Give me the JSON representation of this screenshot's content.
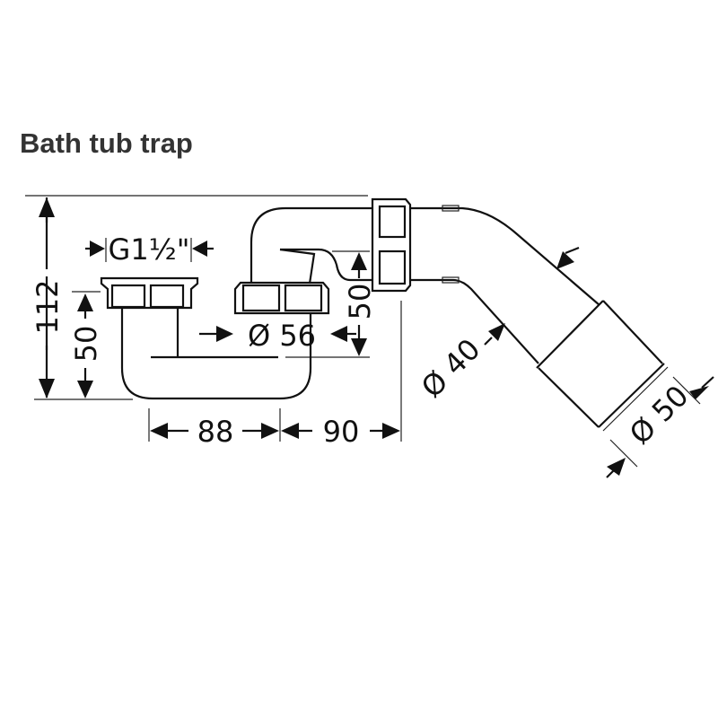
{
  "title": "Bath tub trap",
  "dimensions": {
    "total_height": "112",
    "inlet_height": "50",
    "thread": "G1½\"",
    "inner_diameter": "Ø 56",
    "outlet_height": "50",
    "width_left": "88",
    "width_right": "90",
    "pipe_diameter": "Ø 40",
    "sleeve_diameter": "Ø 50"
  }
}
